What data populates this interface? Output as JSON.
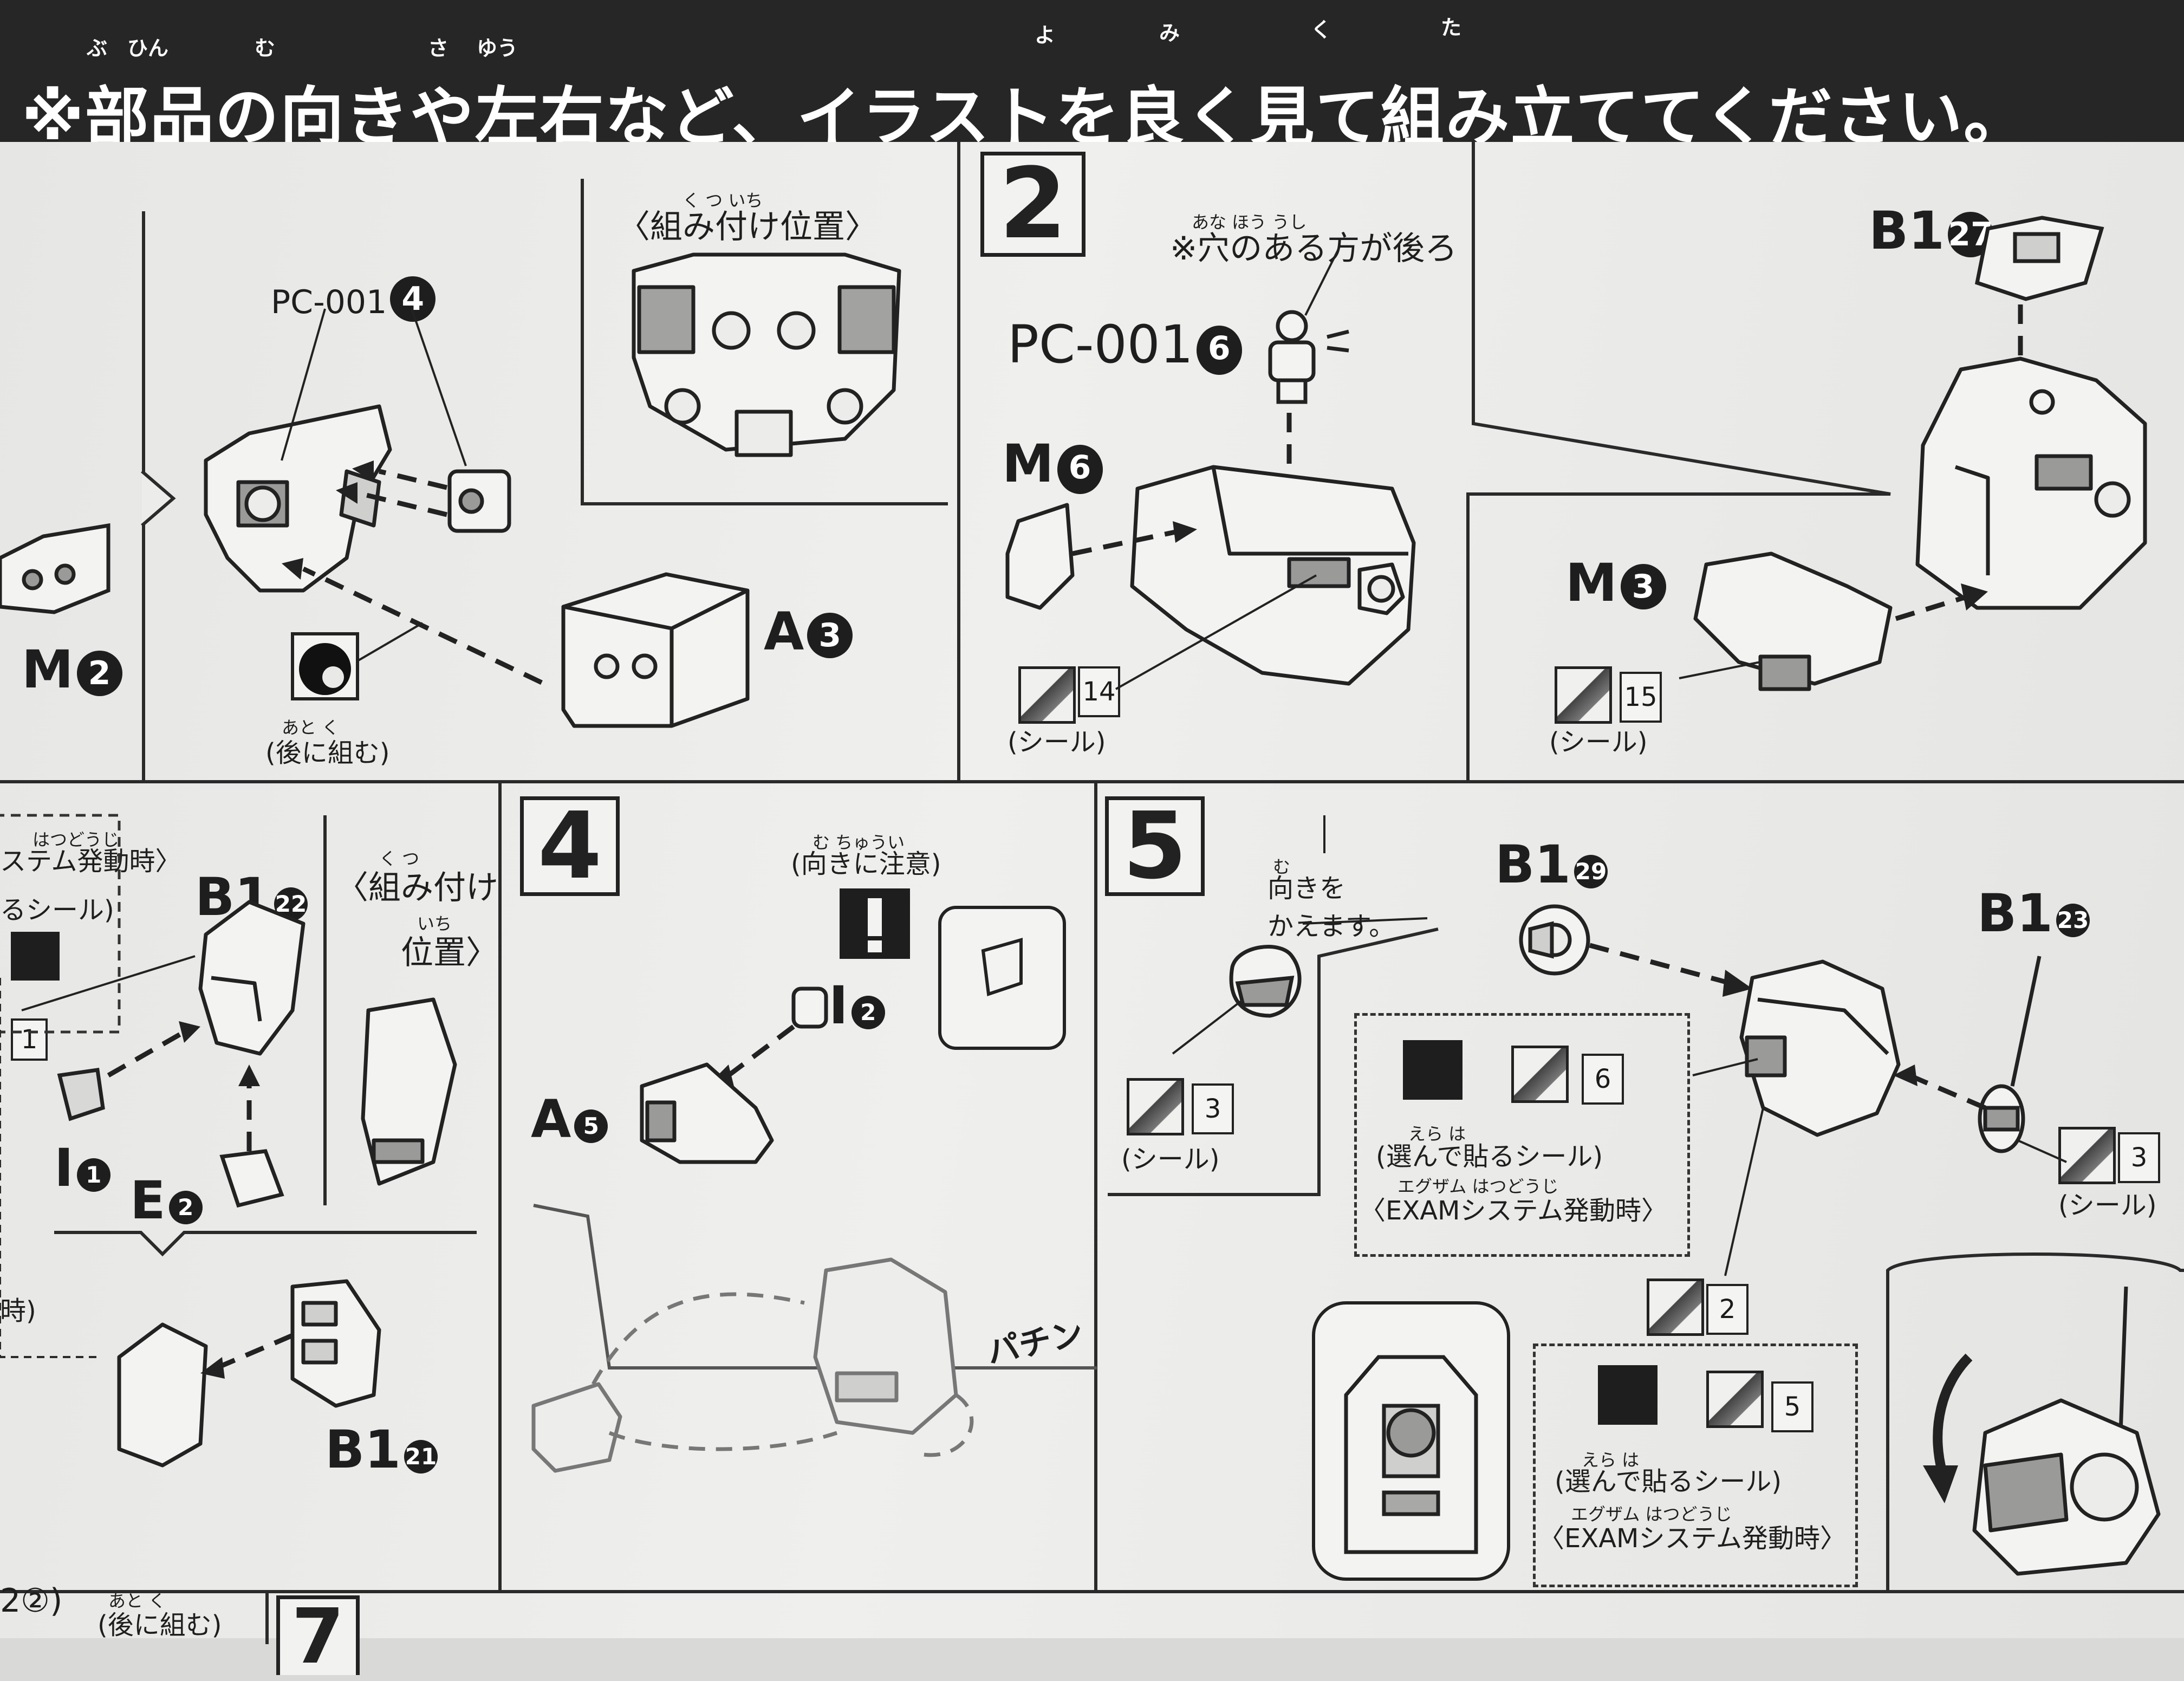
{
  "banner": {
    "text": "※部品の向きや左右など、イラストを良く見て組み立ててください。",
    "furigana": [
      "ぶ",
      "ひん",
      "む",
      "さ",
      "ゆう",
      "よ",
      "み",
      "く",
      "た"
    ]
  },
  "step1": {
    "pc_label": "PC-001",
    "pc_num": "4",
    "a_label": "A",
    "a_num": "3",
    "m_label": "M",
    "m_num": "2",
    "later_note": "(後に組む)",
    "later_furigana": "あと く",
    "position_title": "〈組み付け位置〉",
    "position_furigana": "く つ いち"
  },
  "step2": {
    "number": "2",
    "note": "※穴のある方が後ろ",
    "note_furigana": "あな ほう うし",
    "pc_label": "PC-001",
    "pc_num": "6",
    "m6_label": "M",
    "m6_num": "6",
    "sticker_14": "14",
    "sticker_note_1": "(シール)",
    "b1_label": "B1",
    "b1_num": "27",
    "m3_label": "M",
    "m3_num": "3",
    "sticker_15": "15",
    "sticker_note_2": "(シール)"
  },
  "step3": {
    "exam_header": "ステム発動時〉",
    "exam_furigana": "はつどうじ",
    "exam_sub": "るシール)",
    "b1_label": "B1",
    "b1_num": "22",
    "position_title": "〈組み付け",
    "position_title2": "位置〉",
    "position_furigana": "く つ",
    "position_furigana2": "いち",
    "sticker_1": "1",
    "i_label": "I",
    "i_num": "1",
    "e_label": "E",
    "e_num": "2",
    "b1b_label": "B1",
    "b1b_num": "21",
    "side_time": "時)"
  },
  "step4": {
    "number": "4",
    "caution": "(向きに注意)",
    "caution_furigana": "む ちゅうい",
    "i_label": "I",
    "i_num": "2",
    "a_label": "A",
    "a_num": "5",
    "click": "パチン"
  },
  "step5": {
    "number": "5",
    "turn_note_1": "向きを",
    "turn_note_2": "かえます。",
    "turn_furigana": "む",
    "b1_label": "B1",
    "b1_num": "29",
    "b1b_label": "B1",
    "b1b_num": "23",
    "sticker_3a": "3",
    "sticker_note_a": "(シール)",
    "sticker_6": "6",
    "choose_note": "(選んで貼るシール)",
    "choose_furigana": "えら は",
    "exam_note": "〈EXAMシステム発動時〉",
    "exam_furigana": "エグザム はつどうじ",
    "sticker_3b": "3",
    "sticker_note_b": "(シール)",
    "sticker_2": "2",
    "sticker_5": "5",
    "choose_note_2": "(選んで貼るシール)",
    "choose_furigana_2": "えら は",
    "exam_note_2": "〈EXAMシステム発動時〉",
    "exam_furigana_2": "エグザム はつどうじ"
  },
  "step7": {
    "number": "7",
    "left_fragment": "2②)",
    "later_note": "(後に組む)",
    "later_furigana": "あと く"
  }
}
